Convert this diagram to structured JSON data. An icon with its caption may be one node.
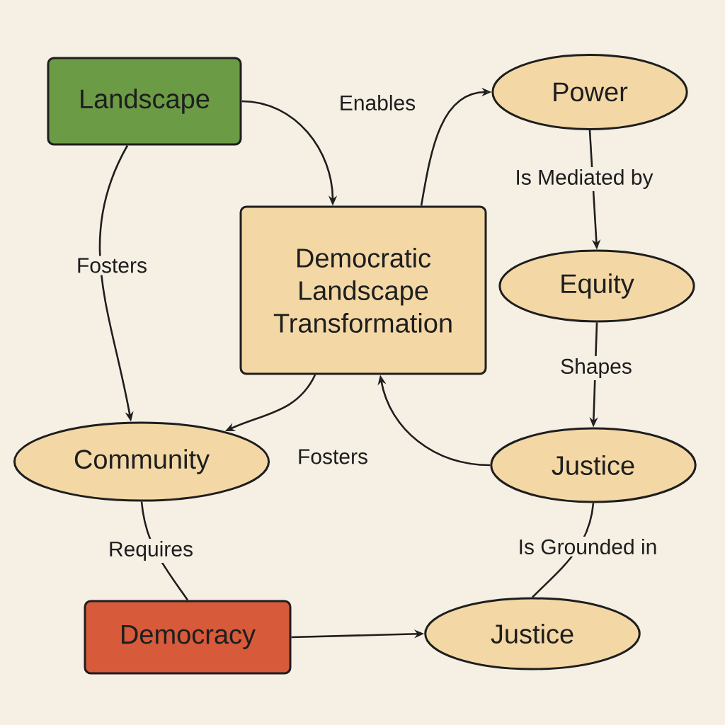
{
  "diagram": {
    "nodes": [
      {
        "text": [
          "Landscape"
        ]
      },
      {
        "text": [
          "Democratic Landscape Transformation"
        ]
      },
      {
        "text": [
          "Power"
        ]
      },
      {
        "text": [
          "Equity"
        ]
      },
      {
        "text": [
          "Community"
        ]
      },
      {
        "text": [
          "Justice"
        ]
      },
      {
        "text": [
          "Democracy"
        ]
      },
      {
        "text": [
          "Justice"
        ]
      }
    ],
    "edges": [
      {
        "from": 0,
        "to": 1,
        "arrow": "to",
        "label": "Enables"
      },
      {
        "from": 1,
        "to": 2,
        "arrow": "to"
      },
      {
        "from": 0,
        "to": 4,
        "arrow": "to",
        "label": "Fosters"
      },
      {
        "from": 1,
        "to": 4,
        "arrow": "to",
        "label": "Fosters"
      },
      {
        "from": 2,
        "to": 3,
        "arrow": "to",
        "label": "Is Mediated by"
      },
      {
        "from": 3,
        "to": 5,
        "arrow": "to",
        "label": "Shapes"
      },
      {
        "from": 5,
        "to": 1,
        "arrow": "to"
      },
      {
        "from": 4,
        "to": 6,
        "arrow": "none",
        "label": "Requires"
      },
      {
        "from": 5,
        "to": 7,
        "arrow": "none",
        "label": "Is Grounded in"
      },
      {
        "from": 6,
        "to": 7,
        "arrow": "to"
      }
    ]
  }
}
